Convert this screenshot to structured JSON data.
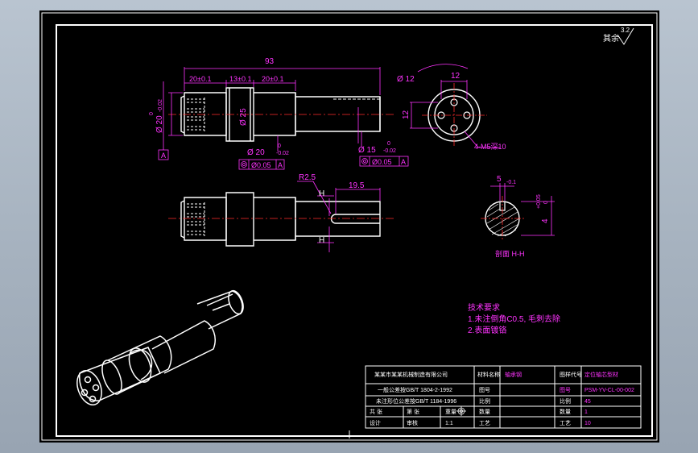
{
  "roughness": {
    "label": "其余",
    "value": "3.2"
  },
  "dimensions": {
    "overall_length": "93",
    "seg1": "20±0.1",
    "seg2": "13±0.1",
    "seg3": "20±0.1",
    "left_dia_prefix": "Ø 20",
    "left_dia_tol": "0",
    "left_dia_tol2": "-0.02",
    "collar_dia": "Ø 25",
    "neck_dia": "Ø 20",
    "neck_tol_upper": "0",
    "neck_tol_lower": "-0.02",
    "end_dia": "Ø 15",
    "end_tol_upper": "0",
    "end_tol_lower": "-0.02",
    "runout1": "Ø0.05",
    "runout2": "Ø0.05",
    "datum": "A",
    "pcd": "Ø 12",
    "end_w": "12",
    "end_h": "12",
    "holes": "4-M5深10",
    "key_len": "19.5",
    "fillet": "R2.5",
    "h_mark": "H",
    "section_width": "5",
    "section_width_tol": "-0.1",
    "section_depth": "4",
    "section_depth_tol_upper": "+0.05",
    "section_depth_tol_lower": "0",
    "section_label": "剖面 H-H"
  },
  "notes": {
    "title": "技术要求",
    "line1": "1.未注倒角C0.5, 毛刺去除",
    "line2": "2.表面镀铬"
  },
  "title_block": {
    "company": "某某市某某机械制造有限公司",
    "std1": "一般公差按GB/T 1804-2-1992",
    "std2": "未注形位公差按GB/T 1184-1996",
    "material_label": "材料名称",
    "material": "轴承钢",
    "drawing_no_label": "图样代号",
    "part_name": "定位轴芯型材",
    "code_label": "图号",
    "code": "PSM-YV-CL-00-002",
    "row3_label": "比例",
    "row3_value": "45",
    "row4_label": "数量",
    "row4_value": "1",
    "row5_label": "工艺",
    "row5_value": "10",
    "sheet_label": "共 张",
    "sheet_of": "第 张",
    "designer": "设计",
    "checker": "审核",
    "scale_label": "重量",
    "scale_value": "1:1"
  }
}
